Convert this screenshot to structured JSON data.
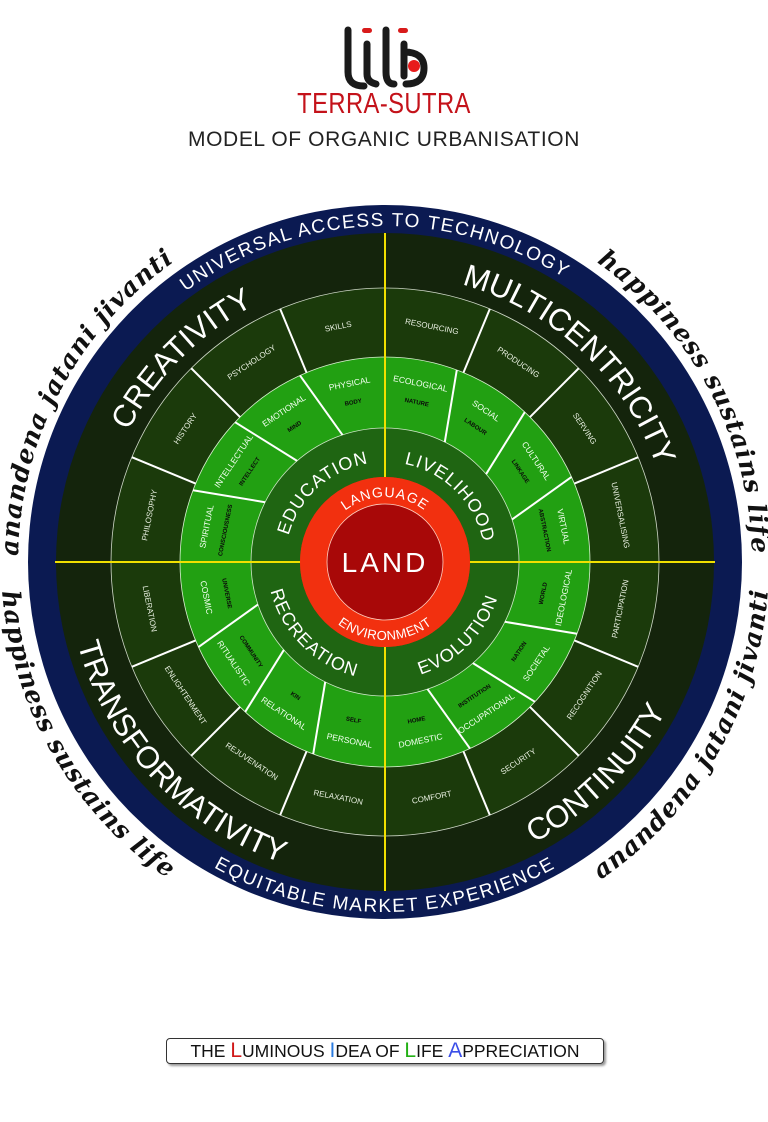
{
  "logo_text": "lili",
  "brand": "TERRA-SUTRA",
  "subtitle": "MODEL OF ORGANIC URBANISATION",
  "colors": {
    "navy": "#0b1a52",
    "dark_ring": "#14240c",
    "outer_segments": "#1b3a0b",
    "middle_segments": "#22a012",
    "inner_ring": "#1f6512",
    "red_ring": "#f2300f",
    "land": "#a80808",
    "axis": "#f0e000",
    "brand_red": "#c4121a"
  },
  "outer_band": {
    "top": "UNIVERSAL ACCESS TO TECHNOLOGY",
    "bottom": "EQUITABLE MARKET EXPERIENCE"
  },
  "mottos": {
    "upper_left": "anandena jatani jivanti",
    "upper_right": "happiness sustains life",
    "lower_left": "happiness sustains life",
    "lower_right": "anandena jatani jivanti"
  },
  "quadrants": {
    "upper_left": "CREATIVITY",
    "upper_right": "MULTICENTRICITY",
    "lower_right": "CONTINUITY",
    "lower_left": "TRANSFORMATIVITY"
  },
  "outer_segments": [
    "RESOURCING",
    "PRODUCING",
    "SERVING",
    "UNIVERSALISING",
    "PARTICIPATION",
    "RECOGNITION",
    "SECURITY",
    "COMFORT",
    "RELAXATION",
    "REJUVENATION",
    "ENLIGHTENMENT",
    "LIBERATION",
    "PHILOSOPHY",
    "HISTORY",
    "PSYCHOLOGY",
    "SKILLS"
  ],
  "middle_segments": [
    {
      "label": "ECOLOGICAL",
      "sub": "NATURE"
    },
    {
      "label": "SOCIAL",
      "sub": "LABOUR"
    },
    {
      "label": "CULTURAL",
      "sub": "LINKAGE"
    },
    {
      "label": "VIRTUAL",
      "sub": "ABSTRACTION"
    },
    {
      "label": "IDEOLOGICAL",
      "sub": "WORLD"
    },
    {
      "label": "SOCIETAL",
      "sub": "NATION"
    },
    {
      "label": "OCCUPATIONAL",
      "sub": "INSTITUTION"
    },
    {
      "label": "DOMESTIC",
      "sub": "HOME"
    },
    {
      "label": "PERSONAL",
      "sub": "SELF"
    },
    {
      "label": "RELATIONAL",
      "sub": "KIN"
    },
    {
      "label": "RITUALISTIC",
      "sub": "COMMUNITY"
    },
    {
      "label": "COSMIC",
      "sub": "UNIVERSE"
    },
    {
      "label": "SPIRITUAL",
      "sub": "CONSCIOUSNESS"
    },
    {
      "label": "INTELLECTUAL",
      "sub": "INTELLECT"
    },
    {
      "label": "EMOTIONAL",
      "sub": "MIND"
    },
    {
      "label": "PHYSICAL",
      "sub": "BODY"
    }
  ],
  "inner_ring": {
    "upper_left": "EDUCATION",
    "upper_right": "LIVELIHOOD",
    "lower_right": "EVOLUTION",
    "lower_left": "RECREATION"
  },
  "core_ring": {
    "top": "LANGUAGE",
    "bottom": "ENVIRONMENT"
  },
  "core": "LAND",
  "footer": [
    {
      "text": "THE ",
      "color": "#111111"
    },
    {
      "text": "L",
      "color": "#d01818"
    },
    {
      "text": "UMINOUS ",
      "color": "#111111"
    },
    {
      "text": "I",
      "color": "#2a7be0"
    },
    {
      "text": "DEA OF ",
      "color": "#111111"
    },
    {
      "text": "L",
      "color": "#22b014"
    },
    {
      "text": "IFE ",
      "color": "#111111"
    },
    {
      "text": "A",
      "color": "#3a4ee8"
    },
    {
      "text": "PPRECIATION",
      "color": "#111111"
    }
  ]
}
